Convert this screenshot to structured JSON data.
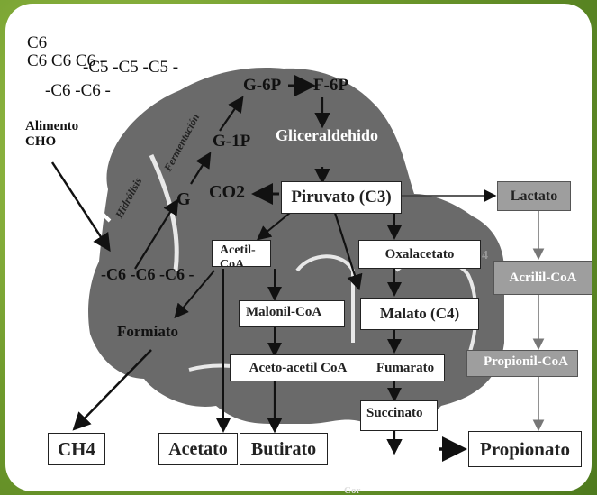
{
  "carbon_chains": {
    "line1": "C6",
    "line2": "C6 C6 C6 -",
    "line3": "-C5 -C5 -C5 -",
    "line4": "-C6 -C6 -"
  },
  "alimento": "Alimento\nCHO",
  "hidrolisis": "Hidrólisis",
  "fermentacion": "Fermentación",
  "g6p": "G-6P",
  "f6p": "F-6P",
  "g1p": "G-1P",
  "g": "G",
  "co2": "CO2",
  "c6chain": "-C6 -C6 -C6 -",
  "gliceraldehido": "Gliceraldehido",
  "piruvato": "Piruvato (C3)",
  "lactato": "Lactato",
  "acetil_coa": "Acetil-CoA",
  "oxalacetato": "Oxalacetato",
  "oxal_suffix": "4",
  "acrilil_coa": "Acrilil-CoA",
  "malonil_coa": "Malonil-CoA",
  "malato": "Malato (C4)",
  "formiato": "Formiato",
  "propionil_coa": "Propionil-CoA",
  "aceto_acetil": "Aceto-acetil CoA",
  "fumarato": "Fumarato",
  "succinato": "Succinato",
  "ch4": "CH4",
  "acetato": "Acetato",
  "butirato": "Butirato",
  "propionato": "Propionato",
  "bottom_faint": "Cor"
}
